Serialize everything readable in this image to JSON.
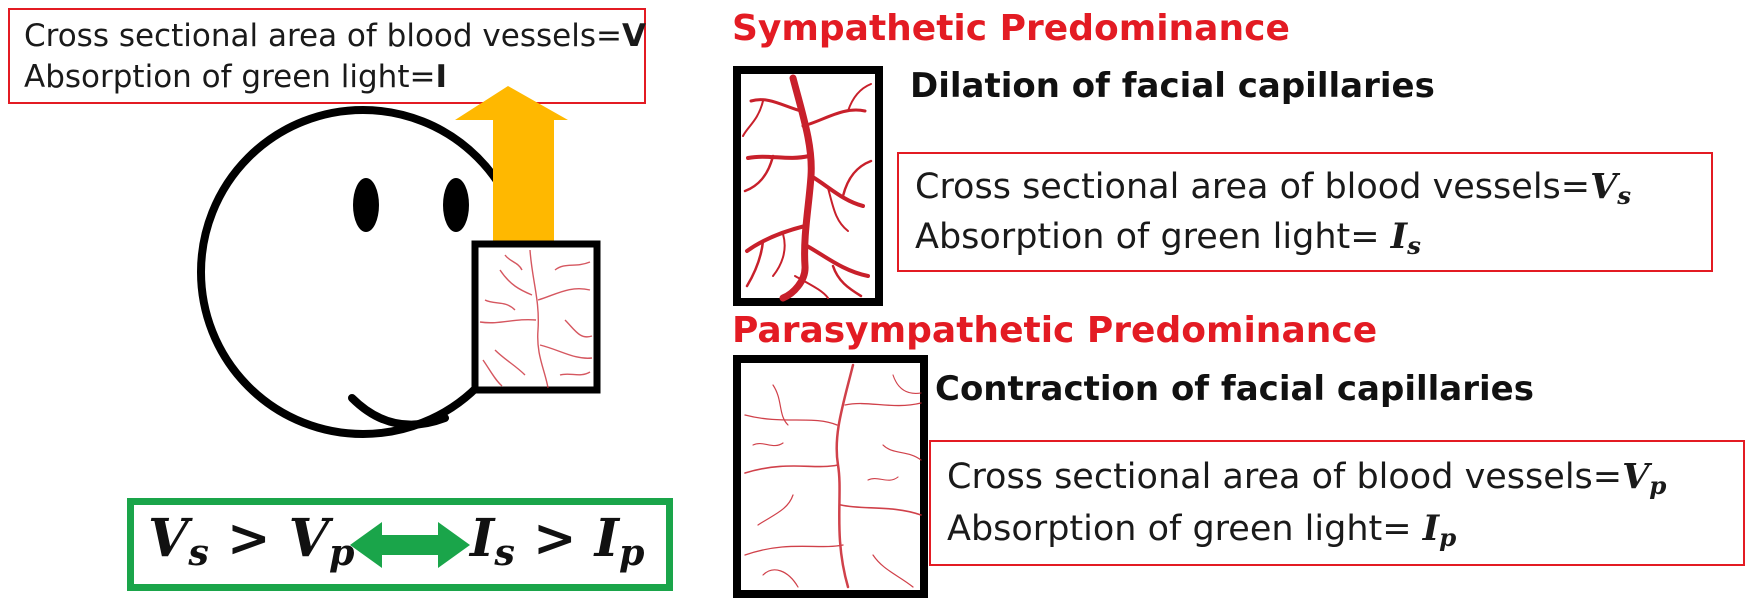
{
  "top_box": {
    "line1_text": "Cross sectional area of blood vessels=",
    "line1_symbol": "V",
    "line2_text": "Absorption of green light=",
    "line2_symbol": "I"
  },
  "sympathetic": {
    "heading": "Sympathetic Predominance",
    "effect": "Dilation of facial capillaries",
    "line1_text": "Cross sectional area of blood vessels=",
    "line1_symbol": "V",
    "line1_sub": "s",
    "line2_text": "Absorption of green light= ",
    "line2_symbol": "I",
    "line2_sub": "s"
  },
  "parasympathetic": {
    "heading": "Parasympathetic Predominance",
    "effect": "Contraction of facial capillaries",
    "line1_text": "Cross sectional area of blood vessels=",
    "line1_symbol": "V",
    "line1_sub": "p",
    "line2_text": "Absorption of green light= ",
    "line2_symbol": "I",
    "line2_sub": "p"
  },
  "relation": {
    "left_v1": "V",
    "left_sub1": "s",
    "left_op": ">",
    "left_v2": "V",
    "left_sub2": "p",
    "right_v1": "I",
    "right_sub1": "s",
    "right_op": ">",
    "right_v2": "I",
    "right_sub2": "p"
  },
  "colors": {
    "red": "#e31b23",
    "green": "#1aa54a",
    "arrow_orange": "#ffb800",
    "vessel_red": "#c8202b"
  },
  "icons": [
    "face-icon",
    "up-arrow-icon",
    "double-arrow-icon",
    "capillary-image"
  ]
}
